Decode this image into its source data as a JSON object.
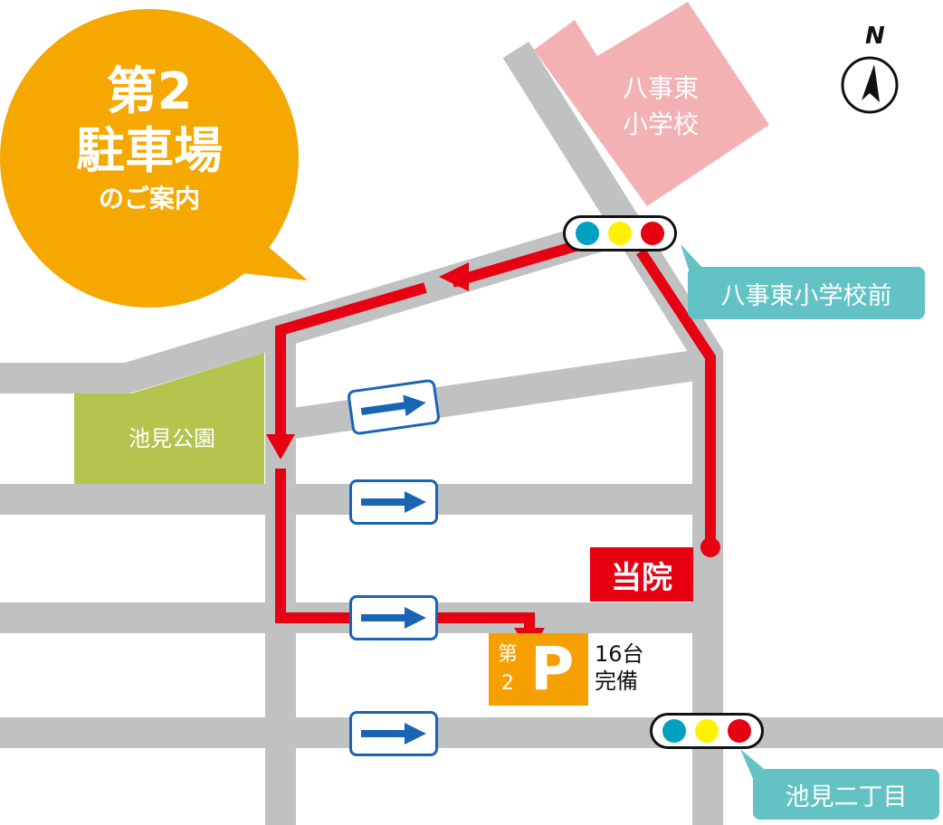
{
  "title": {
    "line1": "第2",
    "line2": "駐車場",
    "line3": "のご案内"
  },
  "landmarks": {
    "school": [
      "八事東",
      "小学校"
    ],
    "park": "池見公園",
    "clinic": "当院"
  },
  "parking": {
    "number_label": "第",
    "number": "2",
    "symbol": "P",
    "capacity": "16台",
    "note": "完備"
  },
  "intersections": [
    {
      "name": "八事東小学校前"
    },
    {
      "name": "池見二丁目"
    }
  ],
  "compass": {
    "label": "N"
  },
  "colors": {
    "road": "#c0c1c1",
    "route": "#e60012",
    "bubble": "#f5a800",
    "park": "#b4c44f",
    "school": "#f4b1b4",
    "tag": "#63c3c4",
    "sign": "#1a64b4"
  }
}
